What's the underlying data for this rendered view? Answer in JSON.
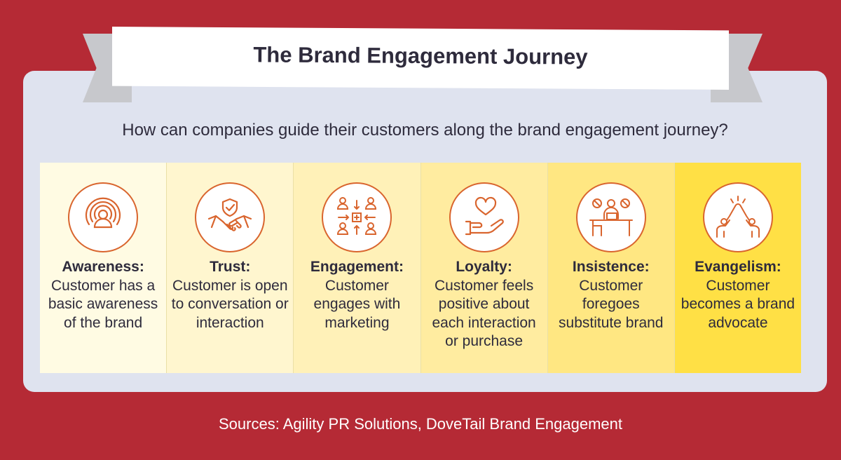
{
  "title": "The Brand Engagement Journey",
  "question": "How can companies guide their customers along the brand engagement journey?",
  "stages": [
    {
      "name": "Awareness:",
      "description": "Customer has a basic awareness of the brand",
      "icon": "awareness-icon",
      "bg": "#fffbe3"
    },
    {
      "name": "Trust:",
      "description": "Customer is open to conversation or interaction",
      "icon": "handshake-shield-icon",
      "bg": "#fff6cf"
    },
    {
      "name": "Engagement:",
      "description": "Customer engages with marketing",
      "icon": "network-people-icon",
      "bg": "#fff1b8"
    },
    {
      "name": "Loyalty:",
      "description": "Customer feels positive about each interaction or purchase",
      "icon": "heart-hand-icon",
      "bg": "#ffeca0"
    },
    {
      "name": "Insistence:",
      "description": "Customer foregoes substitute brand",
      "icon": "desk-person-icon",
      "bg": "#ffe782"
    },
    {
      "name": "Evangelism:",
      "description": "Customer becomes a brand advocate",
      "icon": "high-five-icon",
      "bg": "#ffe045"
    }
  ],
  "sources": "Sources: Agility PR Solutions, DoveTail Brand Engagement",
  "colors": {
    "background": "#b52a35",
    "panel": "#dfe3ef",
    "icon_stroke": "#d9652e",
    "text": "#2e2b3c"
  }
}
